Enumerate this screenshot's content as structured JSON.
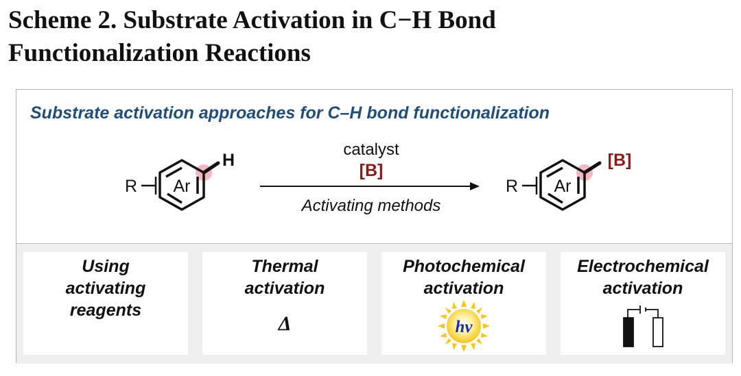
{
  "title": {
    "line1": "Scheme 2. Substrate Activation in C−H Bond",
    "line2": "Functionalization Reactions"
  },
  "panel": {
    "heading": "Substrate activation approaches for C–H bond functionalization"
  },
  "reaction": {
    "reactant": {
      "substituent": "R",
      "ring_label": "Ar",
      "atom": "H"
    },
    "conditions": {
      "catalyst": "catalyst",
      "reagent": "[B]",
      "method": "Activating methods"
    },
    "product": {
      "substituent": "R",
      "ring_label": "Ar",
      "group": "[B]"
    }
  },
  "methods": [
    {
      "label": "Using\nactivating\nreagents"
    },
    {
      "label": "Thermal\nactivation",
      "symbol": "Δ"
    },
    {
      "label": "Photochemical\nactivation",
      "symbol": "hv"
    },
    {
      "label": "Electrochemical\nactivation"
    }
  ],
  "colors": {
    "heading": "#1f4e79",
    "reagent": "#8b1a1a",
    "highlight": "#f4a9b8",
    "sun_outer": "#f5c518",
    "sun_text": "#1e2fa0",
    "panel_bg": "#efefef"
  },
  "icons": [
    "sun-icon",
    "electrochemical-cell-icon"
  ]
}
